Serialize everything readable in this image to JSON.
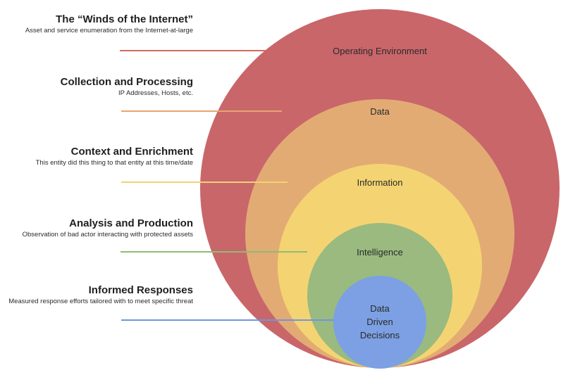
{
  "rings": [
    {
      "id": "operating",
      "label": "Operating Environment",
      "color": "#c9666a"
    },
    {
      "id": "data",
      "label": "Data",
      "color": "#e3ab74"
    },
    {
      "id": "information",
      "label": "Information",
      "color": "#f4d472"
    },
    {
      "id": "intelligence",
      "label": "Intelligence",
      "color": "#9aba7f"
    },
    {
      "id": "decisions",
      "label": [
        "Data",
        "Driven",
        "Decisions"
      ],
      "color": "#7ca0e3"
    }
  ],
  "stages": [
    {
      "title": "The “Winds of the Internet”",
      "subtitle": "Asset and service enumeration from the Internet-at-large",
      "line_color": "#d26a62"
    },
    {
      "title": "Collection and Processing",
      "subtitle": "IP Addresses, Hosts, etc.",
      "line_color": "#e9a472"
    },
    {
      "title": "Context and Enrichment",
      "subtitle": "This entity did this thing to that entity at this time/date",
      "line_color": "#f2d275"
    },
    {
      "title": "Analysis and Production",
      "subtitle": "Observation of bad actor interacting with protected assets",
      "line_color": "#90bb72"
    },
    {
      "title": "Informed Responses",
      "subtitle": "Measured response efforts tailored with to meet specific threat",
      "line_color": "#6f95e0"
    }
  ]
}
